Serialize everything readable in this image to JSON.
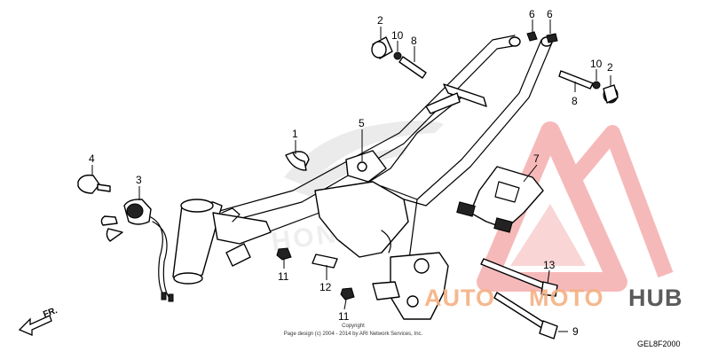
{
  "callouts": {
    "c1": "1",
    "c2a": "2",
    "c2b": "2",
    "c3": "3",
    "c4": "4",
    "c5": "5",
    "c6a": "6",
    "c6b": "6",
    "c7": "7",
    "c8a": "8",
    "c8b": "8",
    "c9": "9",
    "c10a": "10",
    "c10b": "10",
    "c11a": "11",
    "c11b": "11",
    "c12": "12",
    "c13": "13"
  },
  "direction_label": "FR.",
  "copyright_line1": "Copyright",
  "copyright_line2": "Page design (c) 2004 - 2014 by ARI Network Services, Inc.",
  "figure_code": "GEL8F2000",
  "watermark": {
    "brand_auto": "AUTO",
    "brand_moto": "MOTO",
    "brand_hub": "HUB",
    "frame_logo_text": "HONDA",
    "colors": {
      "auto": "#f4b183",
      "moto": "#f4b183",
      "hub": "#4a4a4a",
      "triangle": "#f08080"
    }
  }
}
